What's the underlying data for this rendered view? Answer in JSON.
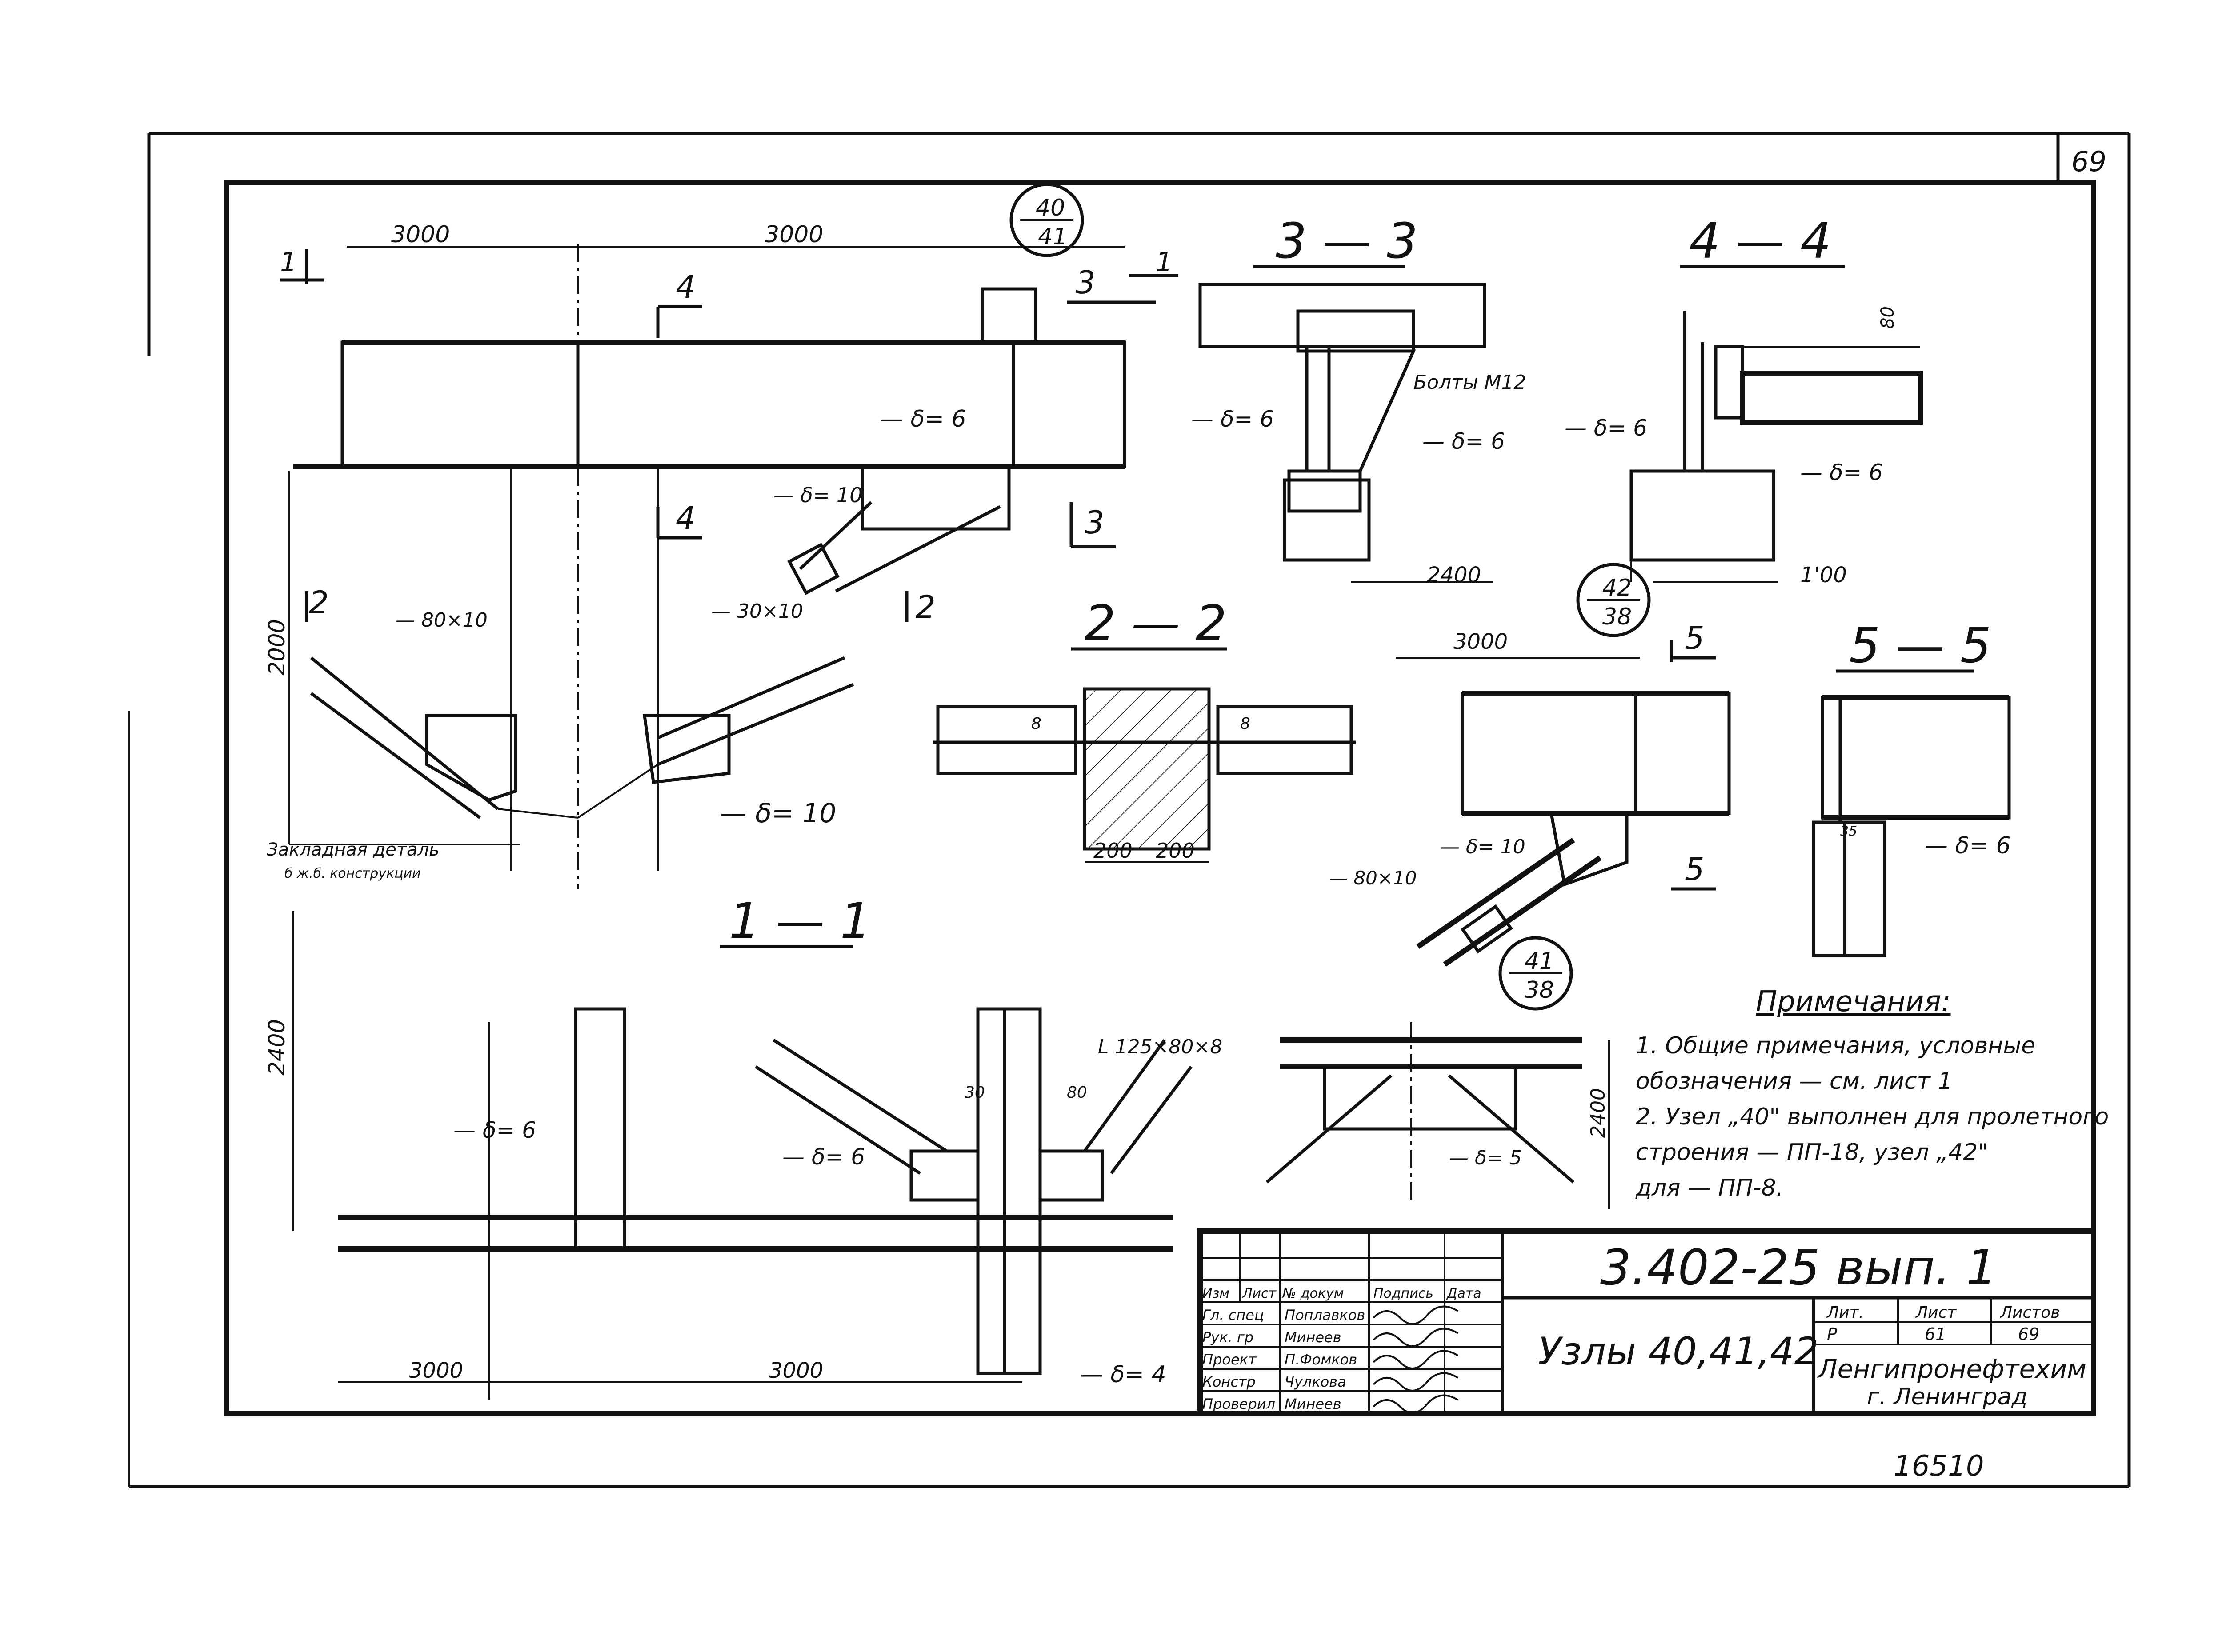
{
  "sheet_number": "69",
  "sections": {
    "s11": "1 — 1",
    "s22": "2 — 2",
    "s33": "3 — 3",
    "s44": "4 — 4",
    "s55": "5 — 5"
  },
  "cut_marks": {
    "one": "1",
    "two": "2",
    "three": "3",
    "four": "4",
    "five": "5"
  },
  "node_refs": [
    {
      "top": "40",
      "bottom": "41"
    },
    {
      "top": "42",
      "bottom": "38"
    },
    {
      "top": "41",
      "bottom": "38"
    }
  ],
  "dimensions": {
    "d3000": "3000",
    "d2000": "2000",
    "d2400": "2400",
    "d200": "200",
    "d8": "8",
    "d80": "80",
    "d30": "30",
    "d35": "35",
    "d_partial": "1'00"
  },
  "labels": {
    "plate6": "— δ= 6",
    "plate10": "— δ= 10",
    "plate4": "— δ= 4",
    "plate5": "— δ= 5",
    "strip80": "— 80×10",
    "strip30": "— 30×10",
    "bolts": "Болты М12",
    "angle": "L 125×80×8",
    "embed1": "Закладная деталь",
    "embed2": "б ж.б. конструкции"
  },
  "notes": {
    "title": "Примечания:",
    "items": [
      "1. Общие примечания, условные",
      "    обозначения  — см. лист 1",
      "2. Узел „40\" выполнен для пролетного",
      "    строения  — ПП-18,  узел „42\"",
      "    для  —  ПП-8."
    ]
  },
  "title_block": {
    "code": "3.402-25 вып. 1",
    "title": "Узлы 40,41,42",
    "org": "Ленгипронефтехим",
    "city": "г. Ленинград",
    "col_headers": [
      "Изм",
      "Лист",
      "№ докум",
      "Подпись",
      "Дата"
    ],
    "roles": [
      "Гл. спец",
      "Рук. гр",
      "Проект",
      "Констр",
      "Проверил"
    ],
    "names": [
      "Поплавков",
      "Минеев",
      "П.Фомков",
      "Чулкова",
      "Минеев"
    ],
    "stage_hdr": "Лит.",
    "sheet_hdr": "Лист",
    "sheets_hdr": "Листов",
    "stage_val": "Р",
    "sheet_val": "61",
    "sheets_val": "69"
  },
  "inventory_number": "16510"
}
